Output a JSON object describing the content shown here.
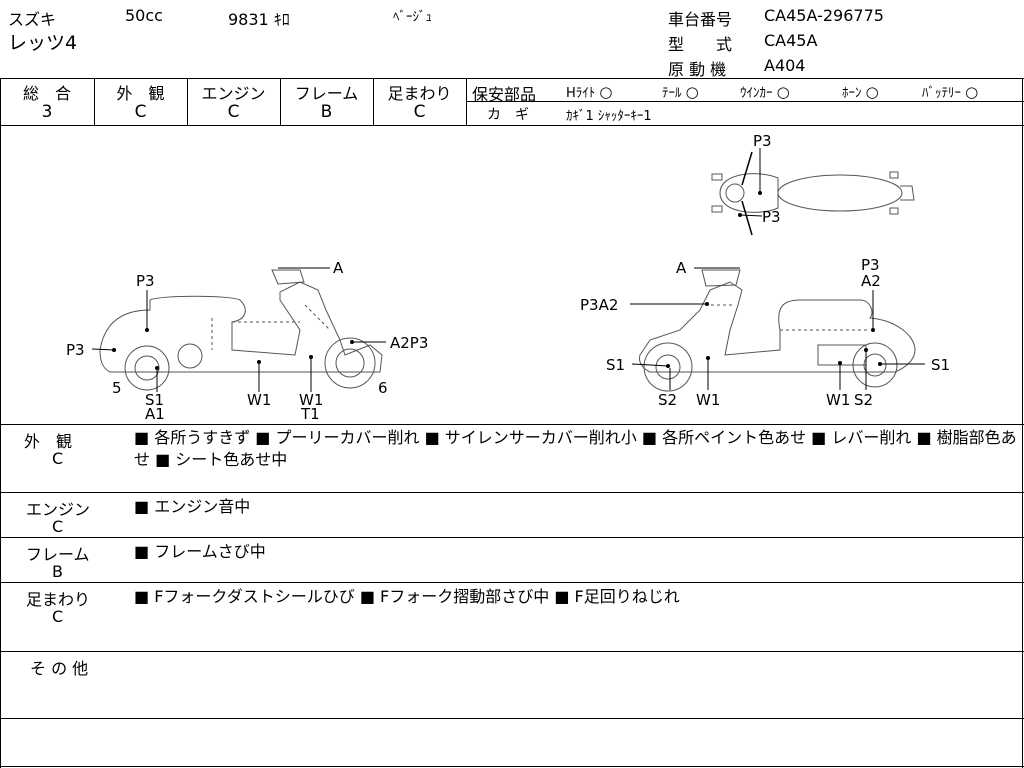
{
  "vehicle": {
    "maker": "スズキ",
    "displacement": "50cc",
    "mileage": "9831 ｷﾛ",
    "color": "ﾍﾞｰｼﾞｭ",
    "model_name": "レッツ4",
    "frame_no_label": "車台番号",
    "frame_no": "CA45A-296775",
    "type_label": "型　　式",
    "type": "CA45A",
    "engine_label": "原 動 機",
    "engine": "A404"
  },
  "grades": [
    {
      "label": "総　合",
      "value": "3"
    },
    {
      "label": "外　観",
      "value": "C"
    },
    {
      "label": "エンジン",
      "value": "C"
    },
    {
      "label": "フレーム",
      "value": "B"
    },
    {
      "label": "足まわり",
      "value": "C"
    }
  ],
  "safety": {
    "title": "保安部品",
    "items": [
      {
        "label": "Hﾗｲﾄ",
        "mark": "○"
      },
      {
        "label": "ﾃｰﾙ",
        "mark": "○"
      },
      {
        "label": "ｳｲﾝｶｰ",
        "mark": "○"
      },
      {
        "label": "ﾎｰﾝ",
        "mark": "○"
      },
      {
        "label": "ﾊﾞｯﾃﾘｰ",
        "mark": "○"
      }
    ],
    "key_label": "カ　ギ",
    "key_value": "ｶｷﾞ1 ｼｬｯﾀｰｷｰ1"
  },
  "diagram_labels": {
    "top_p3_a": "P3",
    "top_p3_b": "P3",
    "left_a": "A",
    "left_p3_seat": "P3",
    "left_p3_rear": "P3",
    "left_a2p3": "A2P3",
    "left_5": "5",
    "left_s1": "S1",
    "left_a1": "A1",
    "left_w1a": "W1",
    "left_w1b": "W1",
    "left_t1": "T1",
    "left_6": "6",
    "right_a": "A",
    "right_p3": "P3",
    "right_a2": "A2",
    "right_p3a2": "P3A2",
    "right_s1a": "S1",
    "right_s1b": "S1",
    "right_s2a": "S2",
    "right_w1a": "W1",
    "right_w1b": "W1",
    "right_s2b": "S2"
  },
  "remarks": [
    {
      "label": "外　観",
      "grade": "C",
      "text": "■ 各所うすきず ■ プーリーカバー削れ ■ サイレンサーカバー削れ小 ■ 各所ペイント色あせ ■ レバー削れ ■ 樹脂部色あせ ■ シート色あせ中"
    },
    {
      "label": "エンジン",
      "grade": "C",
      "text": "■ エンジン音中"
    },
    {
      "label": "フレーム",
      "grade": "B",
      "text": "■ フレームさび中"
    },
    {
      "label": "足まわり",
      "grade": "C",
      "text": "■ Fフォークダストシールひび ■ Fフォーク摺動部さび中 ■ F足回りねじれ"
    },
    {
      "label": "そ の 他",
      "grade": "",
      "text": ""
    }
  ]
}
